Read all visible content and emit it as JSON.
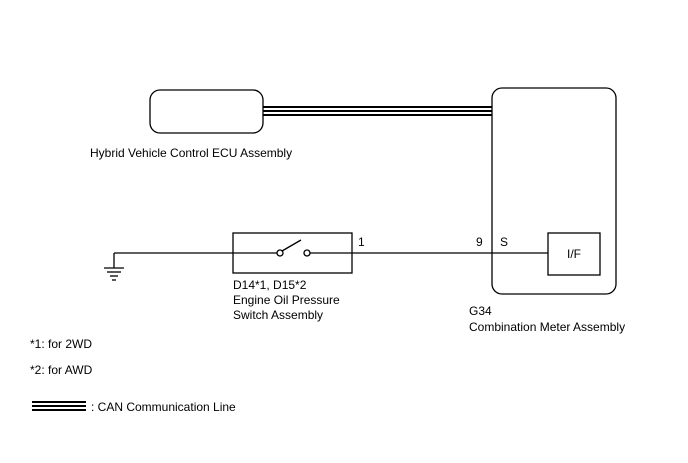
{
  "components": {
    "ecu": {
      "label": "Hybrid Vehicle Control ECU Assembly"
    },
    "meter": {
      "code": "G34",
      "label": "Combination Meter Assembly",
      "interface_label": "I/F",
      "pin_number": "9",
      "pin_name": "S"
    },
    "switch": {
      "code": "D14*1, D15*2",
      "label_line1": "Engine Oil Pressure",
      "label_line2": "Switch Assembly",
      "pin_number": "1"
    }
  },
  "notes": [
    "*1: for 2WD",
    "*2: for AWD"
  ],
  "legend": {
    "can_line_label": ": CAN Communication Line"
  }
}
